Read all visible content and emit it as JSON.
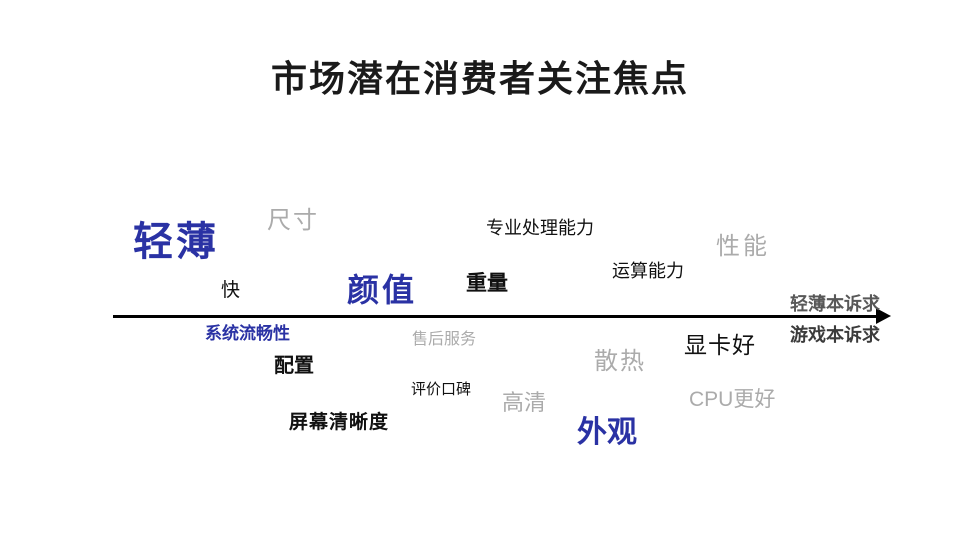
{
  "slide": {
    "title": "市场潜在消费者关注焦点"
  },
  "palette": {
    "background": "#ffffff",
    "title_color": "#1a1a1a",
    "blue": "#2a32a4",
    "black": "#111111",
    "light_gray": "#ababab",
    "medium_gray": "#585858",
    "dark_gray": "#3b3b3b",
    "axis_color": "#000000"
  },
  "axis": {
    "label_above": "轻薄本诉求",
    "label_below": "游戏本诉求",
    "direction": "right-arrow"
  },
  "cloud": {
    "description": "consumer-focus word cloud; words above axis relate to thin-and-light laptop demand, words below relate to gaming laptop demand",
    "words": [
      {
        "text": "轻薄",
        "tone": "blue",
        "emphasis": "high"
      },
      {
        "text": "尺寸",
        "tone": "gray",
        "emphasis": "medium"
      },
      {
        "text": "专业处理能力",
        "tone": "black",
        "emphasis": "normal"
      },
      {
        "text": "性能",
        "tone": "gray",
        "emphasis": "medium"
      },
      {
        "text": "快",
        "tone": "black",
        "emphasis": "normal"
      },
      {
        "text": "颜值",
        "tone": "blue",
        "emphasis": "high"
      },
      {
        "text": "重量",
        "tone": "black",
        "emphasis": "medium"
      },
      {
        "text": "运算能力",
        "tone": "black",
        "emphasis": "normal"
      },
      {
        "text": "系统流畅性",
        "tone": "blue",
        "emphasis": "medium"
      },
      {
        "text": "售后服务",
        "tone": "gray",
        "emphasis": "normal"
      },
      {
        "text": "显卡好",
        "tone": "black",
        "emphasis": "medium"
      },
      {
        "text": "散热",
        "tone": "gray",
        "emphasis": "medium"
      },
      {
        "text": "配置",
        "tone": "black",
        "emphasis": "medium"
      },
      {
        "text": "评价口碑",
        "tone": "black",
        "emphasis": "low"
      },
      {
        "text": "高清",
        "tone": "gray",
        "emphasis": "medium"
      },
      {
        "text": "CPU更好",
        "tone": "gray",
        "emphasis": "medium"
      },
      {
        "text": "屏幕清晰度",
        "tone": "black",
        "emphasis": "medium"
      },
      {
        "text": "外观",
        "tone": "blue",
        "emphasis": "high"
      }
    ]
  }
}
